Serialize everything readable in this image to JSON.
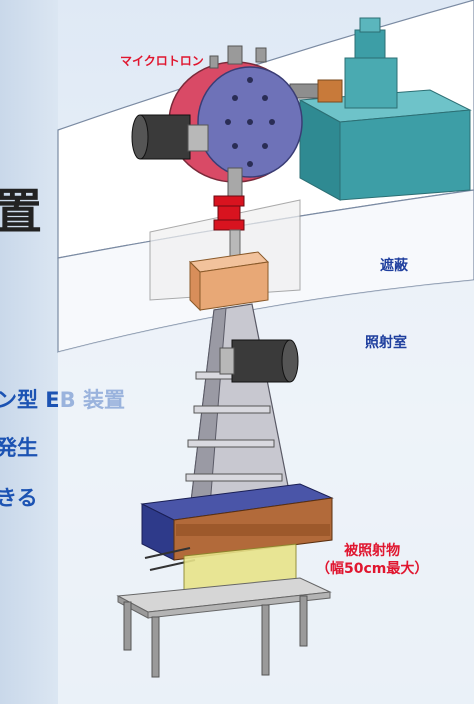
{
  "labels": {
    "microtron": "マイクロトロン",
    "shielding": "遮蔽",
    "irradiation_room": "照射室",
    "target_line1": "被照射物",
    "target_line2": "（幅50cm最大）"
  },
  "cropped_text": {
    "big_char": "置",
    "line1": "ン型 EB 装置",
    "line2": "発生",
    "line3": "きる"
  },
  "colors": {
    "label_red": "#e0162f",
    "label_blue": "#1f3f9e",
    "side_text_blue": "#1c53b3",
    "microtron_body": "#d94a66",
    "microtron_face": "#6e72b8",
    "magnet_teal": "#3d9ea6",
    "coupler_red": "#d8131f",
    "horn_orange": "#e8a876",
    "tray_blue": "#2e3a8a",
    "tray_brown": "#b26a3a",
    "target_yellow": "#e8e48a"
  }
}
